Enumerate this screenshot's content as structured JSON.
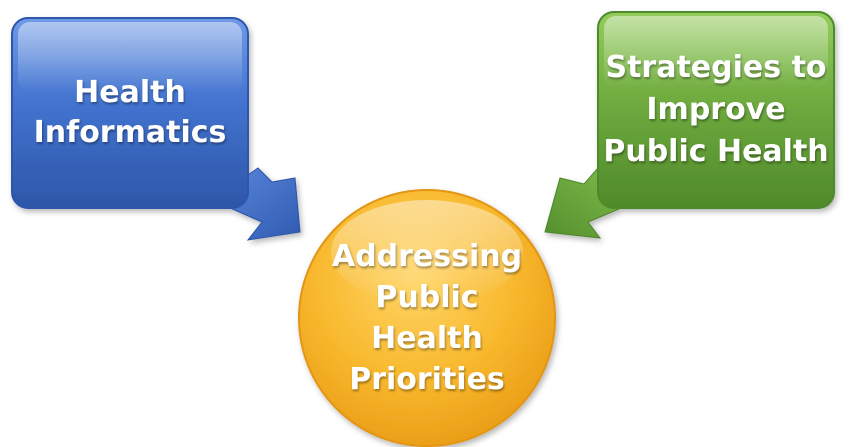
{
  "diagram": {
    "left_box": {
      "lines": [
        "Health",
        "Informatics"
      ],
      "color": "#3f6fc9"
    },
    "right_box": {
      "lines": [
        "Strategies to",
        "Improve",
        "Public Health"
      ],
      "color": "#6aa63b"
    },
    "center_circle": {
      "lines": [
        "Addressing",
        "Public",
        "Health",
        "Priorities"
      ],
      "color": "#f7b52c"
    }
  }
}
